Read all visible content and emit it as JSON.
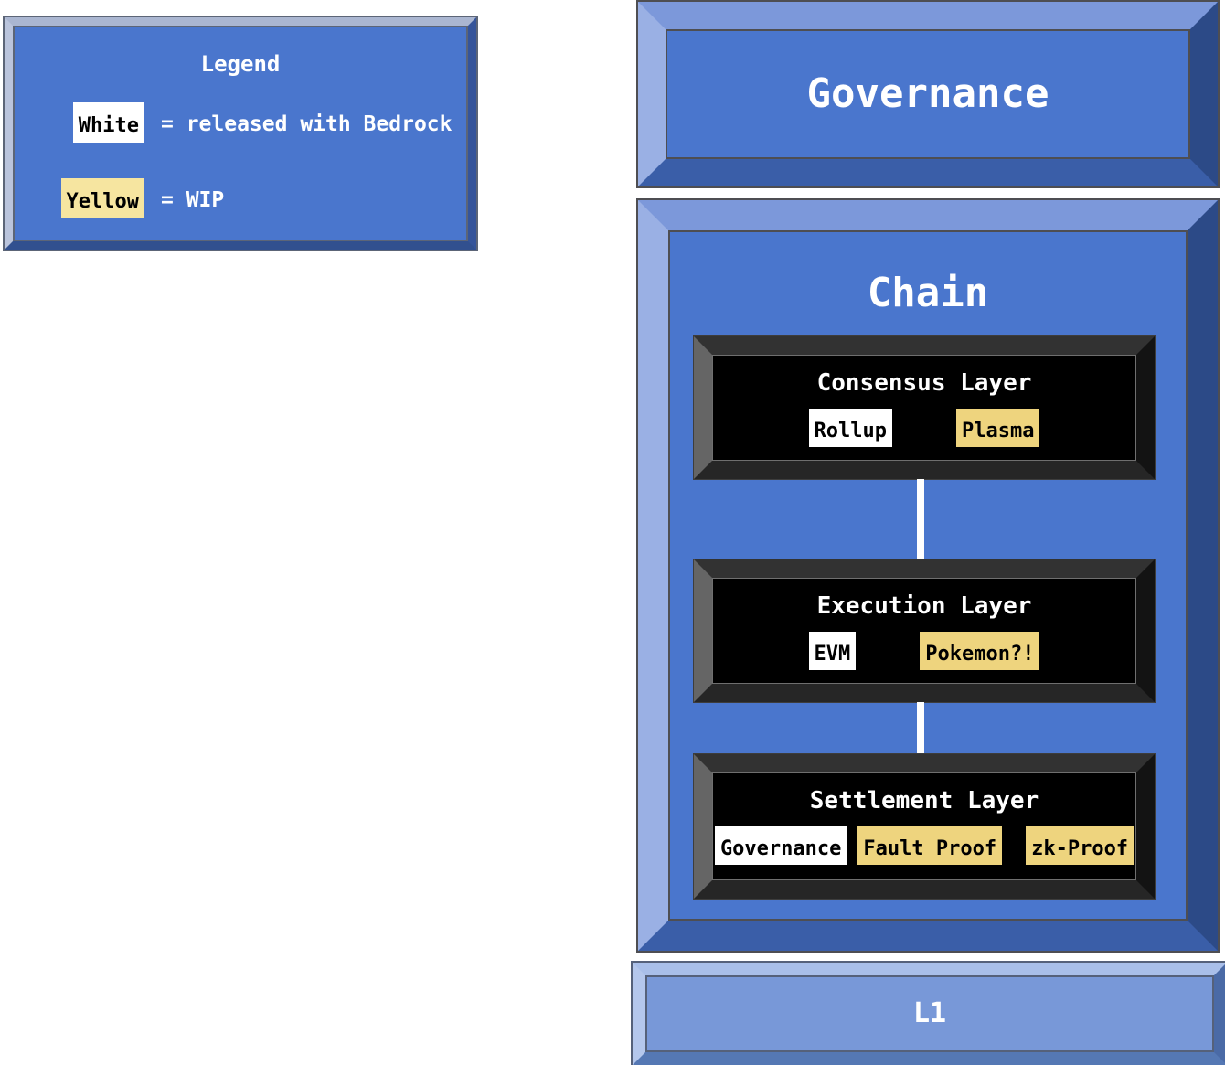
{
  "colors": {
    "panel_blue": "#4a76cd",
    "l1_blue": "#7898d8",
    "layer_black": "#000000",
    "chip_white": "#ffffff",
    "chip_yellow": "#eed47e",
    "legend_yellow": "#f6e5a0",
    "connector_white": "#ffffff"
  },
  "legend": {
    "title": "Legend",
    "items": [
      {
        "swatch": "White",
        "status": "white",
        "description": "= released with Bedrock"
      },
      {
        "swatch": "Yellow",
        "status": "yellow",
        "description": "= WIP"
      }
    ]
  },
  "governance_box": {
    "label": "Governance"
  },
  "chain_box": {
    "title": "Chain",
    "layers": [
      {
        "title": "Consensus Layer",
        "chips": [
          {
            "label": "Rollup",
            "status": "white"
          },
          {
            "label": "Plasma",
            "status": "yellow"
          }
        ]
      },
      {
        "title": "Execution Layer",
        "chips": [
          {
            "label": "EVM",
            "status": "white"
          },
          {
            "label": "Pokemon?!",
            "status": "yellow"
          }
        ]
      },
      {
        "title": "Settlement Layer",
        "chips": [
          {
            "label": "Governance",
            "status": "white"
          },
          {
            "label": "Fault Proof",
            "status": "yellow"
          },
          {
            "label": "zk-Proof",
            "status": "yellow"
          }
        ]
      }
    ]
  },
  "l1_box": {
    "label": "L1"
  }
}
